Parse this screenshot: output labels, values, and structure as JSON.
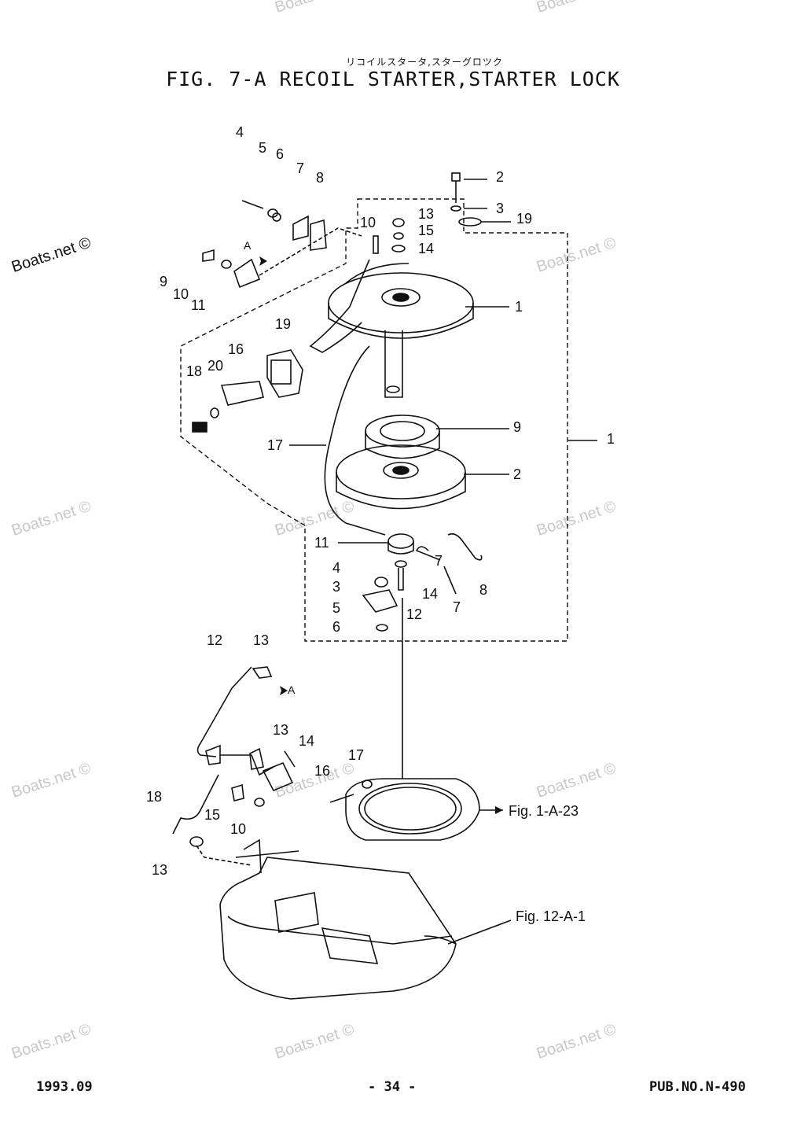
{
  "header": {
    "subtitle_jp": "リコイルスタータ,スターグロツク",
    "title": "FIG.  7-A RECOIL STARTER,STARTER LOCK"
  },
  "footer": {
    "date": "1993.09",
    "page": "- 34 -",
    "pub": "PUB.NO.N-490"
  },
  "watermark": "Boats.net ©",
  "refs": {
    "fig_1a23": "Fig. 1-A-23",
    "fig_12a1": "Fig. 12-A-1"
  },
  "callouts": {
    "upper": [
      "4",
      "5",
      "6",
      "7",
      "8",
      "9",
      "10",
      "11",
      "A",
      "2",
      "3",
      "19",
      "10",
      "13",
      "15",
      "14",
      "1",
      "19",
      "16",
      "18",
      "20",
      "9",
      "17",
      "2",
      "1",
      "11",
      "7",
      "8",
      "7",
      "4",
      "14",
      "3",
      "12",
      "5",
      "6"
    ],
    "lower": [
      "12",
      "13",
      "A",
      "13",
      "14",
      "17",
      "16",
      "18",
      "15",
      "10",
      "13"
    ]
  }
}
